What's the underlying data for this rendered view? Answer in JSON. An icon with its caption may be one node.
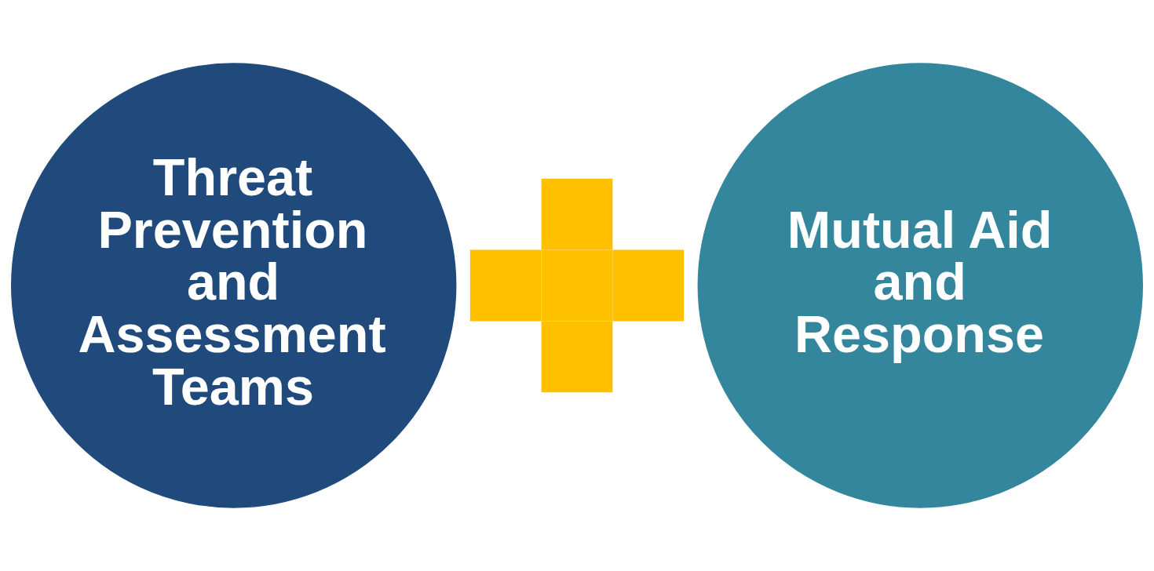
{
  "diagram": {
    "nodes": [
      {
        "text": [
          "Threat Prevention and Assessment Teams"
        ]
      },
      {
        "text": [],
        "shape": "plus"
      },
      {
        "text": [
          "Mutual Aid and Response"
        ]
      }
    ]
  }
}
